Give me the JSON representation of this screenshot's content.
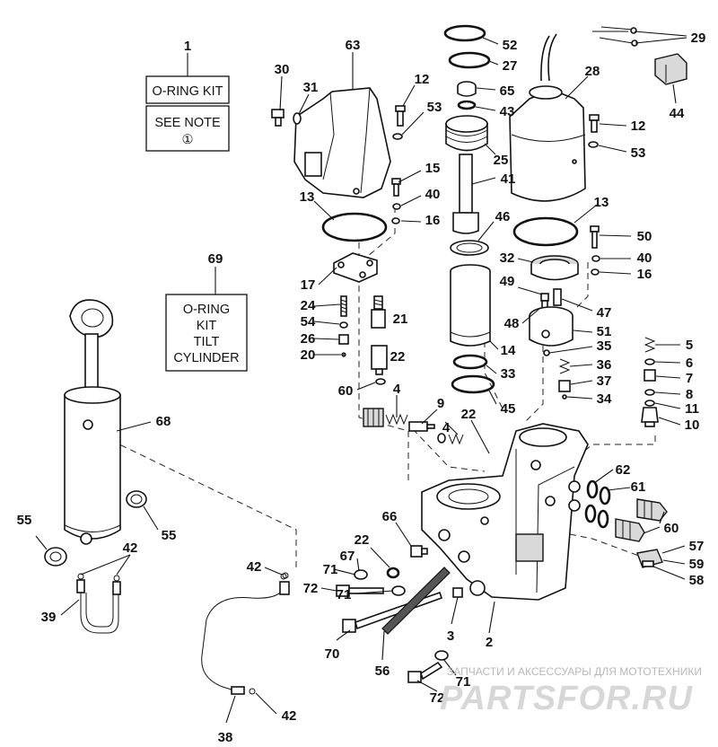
{
  "diagram": {
    "boxes": {
      "oring_kit": {
        "line1": "O-RING KIT",
        "line2": "SEE NOTE",
        "line3": "①"
      },
      "tilt_kit": {
        "line1": "O-RING",
        "line2": "KIT",
        "line3": "TILT",
        "line4": "CYLINDER"
      }
    },
    "callouts": {
      "c1": "1",
      "c69": "69",
      "c63": "63",
      "c30": "30",
      "c31": "31",
      "c12a": "12",
      "c53a": "53",
      "c15": "15",
      "c40a": "40",
      "c16a": "16",
      "c13a": "13",
      "c17": "17",
      "c24": "24",
      "c54": "54",
      "c26": "26",
      "c20": "20",
      "c21": "21",
      "c22a": "22",
      "c60a": "60",
      "c4a": "4",
      "c9": "9",
      "c4b": "4",
      "c22b": "22",
      "c52": "52",
      "c27": "27",
      "c65": "65",
      "c43": "43",
      "c25": "25",
      "c41": "41",
      "c46": "46",
      "c14": "14",
      "c33": "33",
      "c45": "45",
      "c29": "29",
      "c28": "28",
      "c44": "44",
      "c12b": "12",
      "c53b": "53",
      "c13b": "13",
      "c50": "50",
      "c32": "32",
      "c40b": "40",
      "c16b": "16",
      "c49": "49",
      "c47": "47",
      "c48": "48",
      "c51": "51",
      "c35": "35",
      "c5": "5",
      "c6": "6",
      "c7": "7",
      "c8": "8",
      "c11": "11",
      "c10": "10",
      "c36": "36",
      "c37": "37",
      "c34": "34",
      "c62": "62",
      "c61": "61",
      "c60b": "60",
      "c57": "57",
      "c59": "59",
      "c58": "58",
      "c68": "68",
      "c55a": "55",
      "c55b": "55",
      "c42a": "42",
      "c39": "39",
      "c42b": "42",
      "c38": "38",
      "c42c": "42",
      "c66": "66",
      "c22c": "22",
      "c67": "67",
      "c71a": "71",
      "c72a": "72",
      "c71b": "71",
      "c70": "70",
      "c56": "56",
      "c3": "3",
      "c2": "2",
      "c71c": "71",
      "c72b": "72"
    },
    "watermark": {
      "line1": "ЗАПЧАСТИ И АКСЕССУАРЫ ДЛЯ МОТОТЕХНИКИ",
      "line2": "PARTSFOR.RU"
    }
  }
}
